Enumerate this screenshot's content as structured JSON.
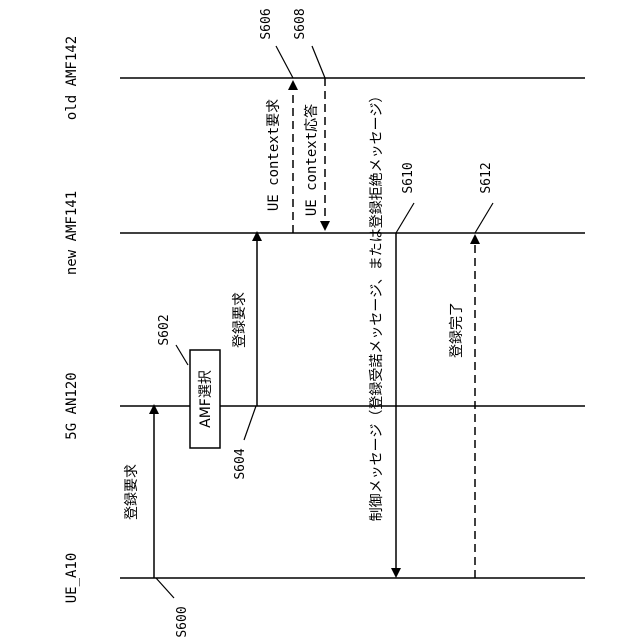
{
  "entities": {
    "ue": "UE_A10",
    "an": "5G AN120",
    "new_amf": "new AMF141",
    "old_amf": "old AMF142"
  },
  "process_box": "AMF選択",
  "steps": {
    "s600": "S600",
    "s602": "S602",
    "s604": "S604",
    "s606": "S606",
    "s608": "S608",
    "s610": "S610",
    "s612": "S612"
  },
  "messages": {
    "registration_request_1": "登録要求",
    "registration_request_2": "登録要求",
    "ue_context_request": "UE context要求",
    "ue_context_response": "UE context応答",
    "control_message": "制御メッセージ（登録受諾メッセージ、または登録拒絶メッセージ）",
    "registration_complete": "登録完了"
  },
  "colors": {
    "line": "#000000",
    "background": "#ffffff"
  }
}
